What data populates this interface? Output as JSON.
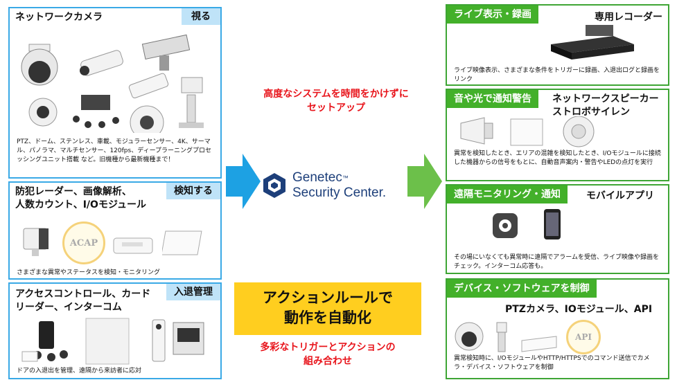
{
  "left": {
    "cameras": {
      "title": "ネットワークカメラ",
      "tag": "視る",
      "desc": "PTZ、ドーム、ステンレス、車載、モジュラーセンサー、4K、サーマル、パノラマ、マルチセンサー、120fps、ディープラーニングプロセッシングユニット搭載 など。旧機種から最新機種まで！"
    },
    "detect": {
      "title": "防犯レーダー、画像解析、\n人数カウント、I/Oモジュール",
      "tag": "検知する",
      "acap": "ACAP",
      "desc": "さまざまな異常やステータスを検知・モニタリング"
    },
    "access": {
      "title": "アクセスコントロール、カード\nリーダー、インターコム",
      "tag": "入退管理",
      "desc": "ドアの入退出を管理、遠隔から来訪者に応対"
    }
  },
  "center": {
    "headline": "高度なシステムを時間をかけずに\nセットアップ",
    "brand_line1": "Genetec",
    "brand_tm": "™",
    "brand_line2": "Security Center.",
    "action_box": "アクションルールで\n動作を自動化",
    "action_sub": "多彩なトリガーとアクションの\n組み合わせ"
  },
  "right": {
    "live": {
      "tag": "ライブ表示・録画",
      "title": "専用レコーダー",
      "desc": "ライブ映像表示、さまざまな条件をトリガーに録画、入退出ログと録画をリンク"
    },
    "alert": {
      "tag": "音や光で通知警告",
      "title": "ネットワークスピーカー\nストロボサイレン",
      "desc": "異常を検知したとき、エリアの混雑を検知したとき、I/Oモジュールに接続した機器からの信号をもとに、自動音声案内・警告やLEDの点灯を実行"
    },
    "remote": {
      "tag": "遠隔モニタリング・通知",
      "title": "モバイルアプリ",
      "desc": "その場にいなくても異常時に遠隔でアラームを受信、ライブ映像や録画をチェック。インターコム応答も。"
    },
    "device": {
      "tag": "デバイス・ソフトウェアを制御",
      "title": "PTZカメラ、IOモジュール、API",
      "api": "API",
      "desc": "異常検知時に、I/OモジュールやHTTP/HTTPSでのコマンド送信でカメラ・デバイス・ソフトウェアを制御"
    }
  },
  "colors": {
    "blue_border": "#39a9e6",
    "blue_tag": "#bfe3f8",
    "green": "#43b02a",
    "red_text": "#e8141b",
    "yellow_box": "#ffce1f",
    "genetec_blue": "#1d3f7a"
  }
}
